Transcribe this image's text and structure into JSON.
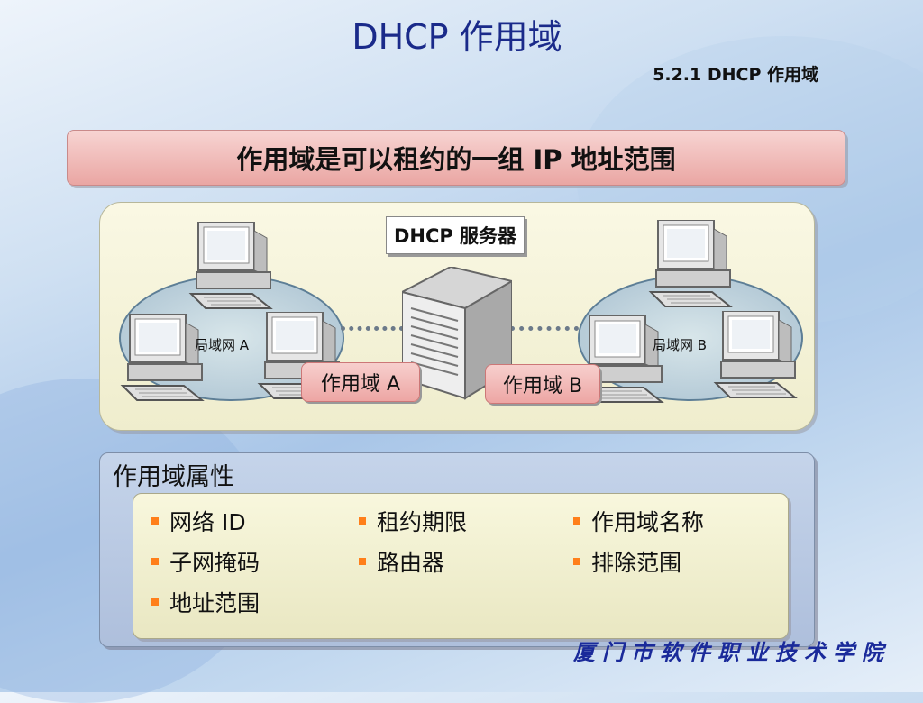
{
  "slide": {
    "title": "DHCP 作用域",
    "subtitle": "5.2.1   DHCP 作用域",
    "banner": "作用域是可以租约的一组 IP 地址范围"
  },
  "diagram": {
    "server_label": "DHCP 服务器",
    "lan_a": "局域网 A",
    "lan_b": "局域网 B",
    "scope_a": "作用域 A",
    "scope_b": "作用域 B"
  },
  "properties": {
    "title": "作用域属性",
    "items": [
      "网络 ID",
      "租约期限",
      "作用域名称",
      "子网掩码",
      "路由器",
      "排除范围",
      "地址范围"
    ]
  },
  "footer": "厦门市软件职业技术学院",
  "colors": {
    "title": "#1a2a8a",
    "bullet": "#ff7f1a",
    "banner": "#eaa6a3",
    "footer": "#1a2a9a"
  }
}
